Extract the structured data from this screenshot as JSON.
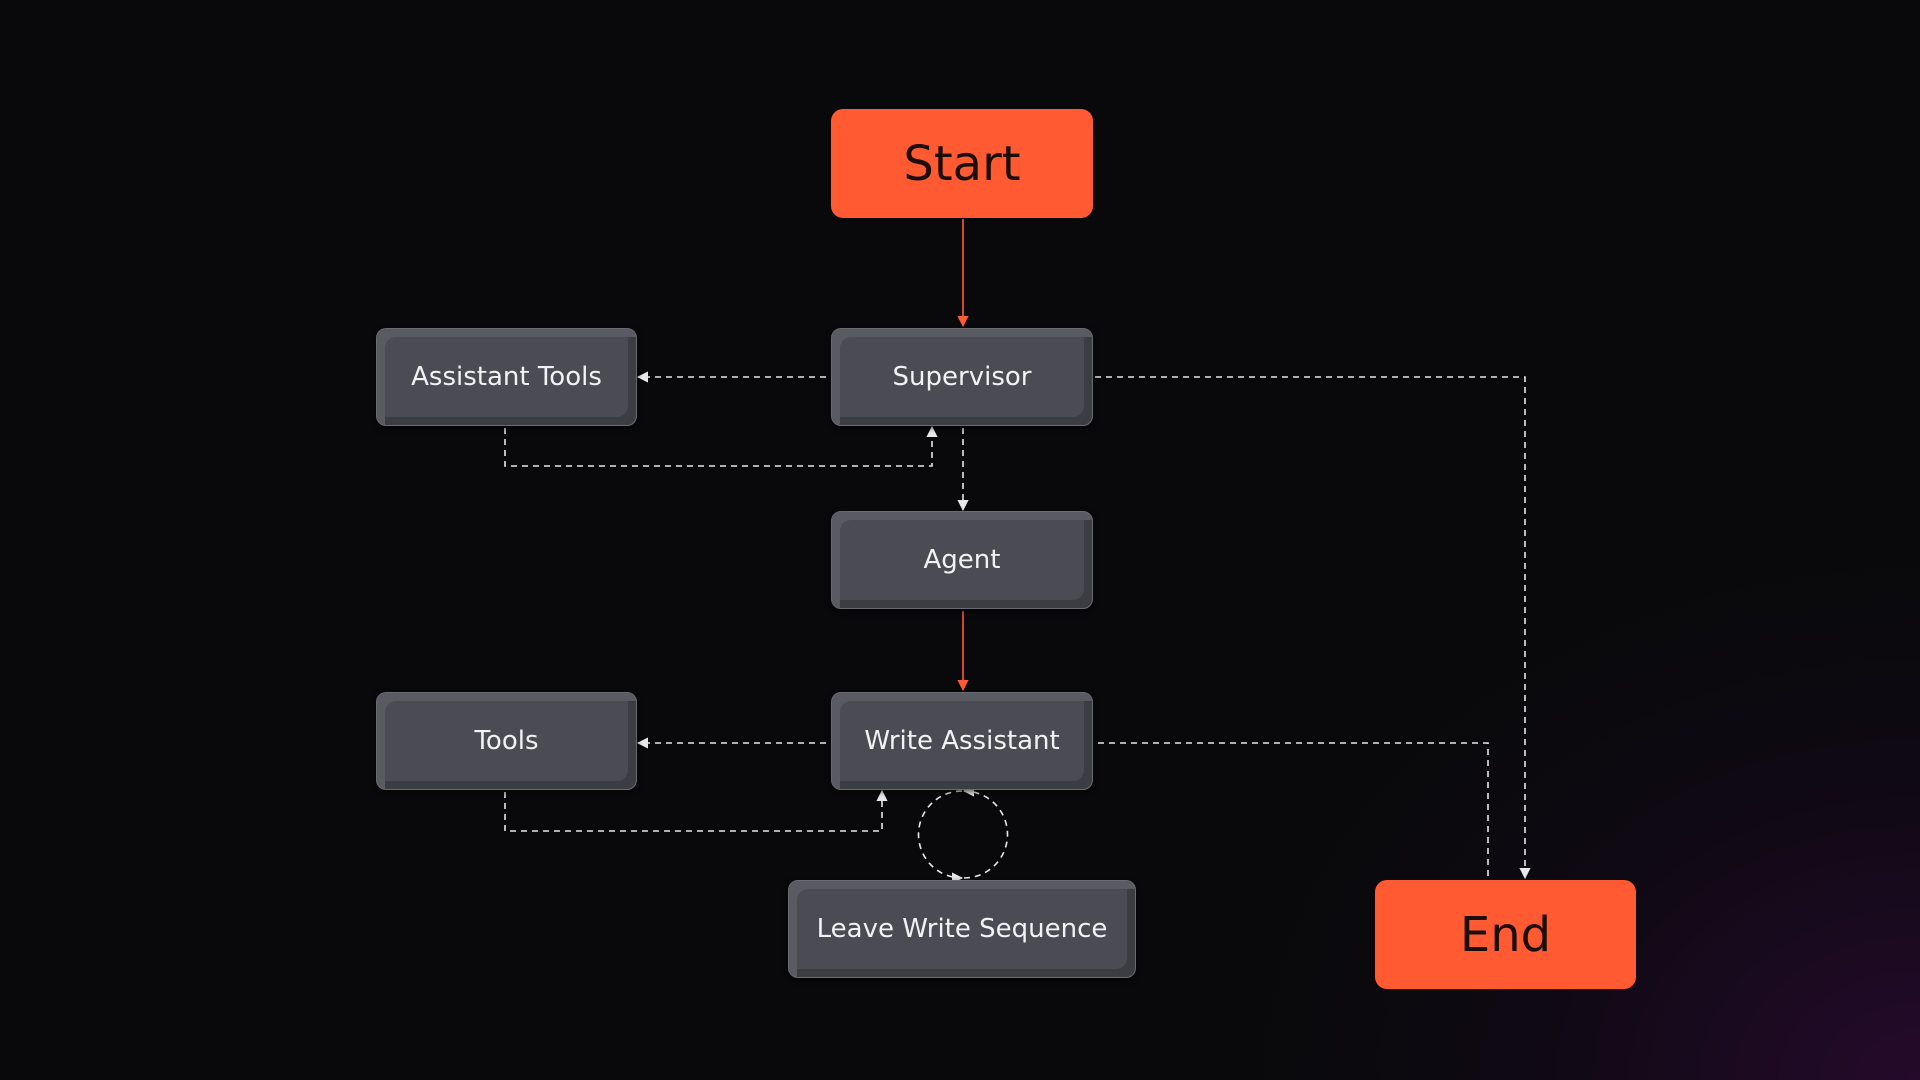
{
  "diagram": {
    "colors": {
      "background": "#09090b",
      "accent": "#ff5a32",
      "node": "#4b4b53",
      "node_text": "#f2f2f4",
      "connector": "#e8e8ea"
    },
    "nodes": {
      "start": "Start",
      "supervisor": "Supervisor",
      "assistant_tools": "Assistant Tools",
      "agent": "Agent",
      "write_assistant": "Write Assistant",
      "tools": "Tools",
      "leave_write_sequence": "Leave Write Sequence",
      "end": "End"
    },
    "edges": [
      {
        "from": "Start",
        "to": "Supervisor",
        "style": "solid"
      },
      {
        "from": "Supervisor",
        "to": "Assistant Tools",
        "style": "dashed"
      },
      {
        "from": "Assistant Tools",
        "to": "Supervisor",
        "style": "dashed"
      },
      {
        "from": "Supervisor",
        "to": "Agent",
        "style": "dashed"
      },
      {
        "from": "Supervisor",
        "to": "End",
        "style": "dashed"
      },
      {
        "from": "Agent",
        "to": "Write Assistant",
        "style": "solid"
      },
      {
        "from": "Write Assistant",
        "to": "Tools",
        "style": "dashed"
      },
      {
        "from": "Tools",
        "to": "Write Assistant",
        "style": "dashed"
      },
      {
        "from": "Write Assistant",
        "to": "Leave Write Sequence",
        "style": "dashed"
      },
      {
        "from": "Leave Write Sequence",
        "to": "Write Assistant",
        "style": "dashed"
      },
      {
        "from": "Write Assistant",
        "to": "End",
        "style": "dashed"
      }
    ]
  }
}
